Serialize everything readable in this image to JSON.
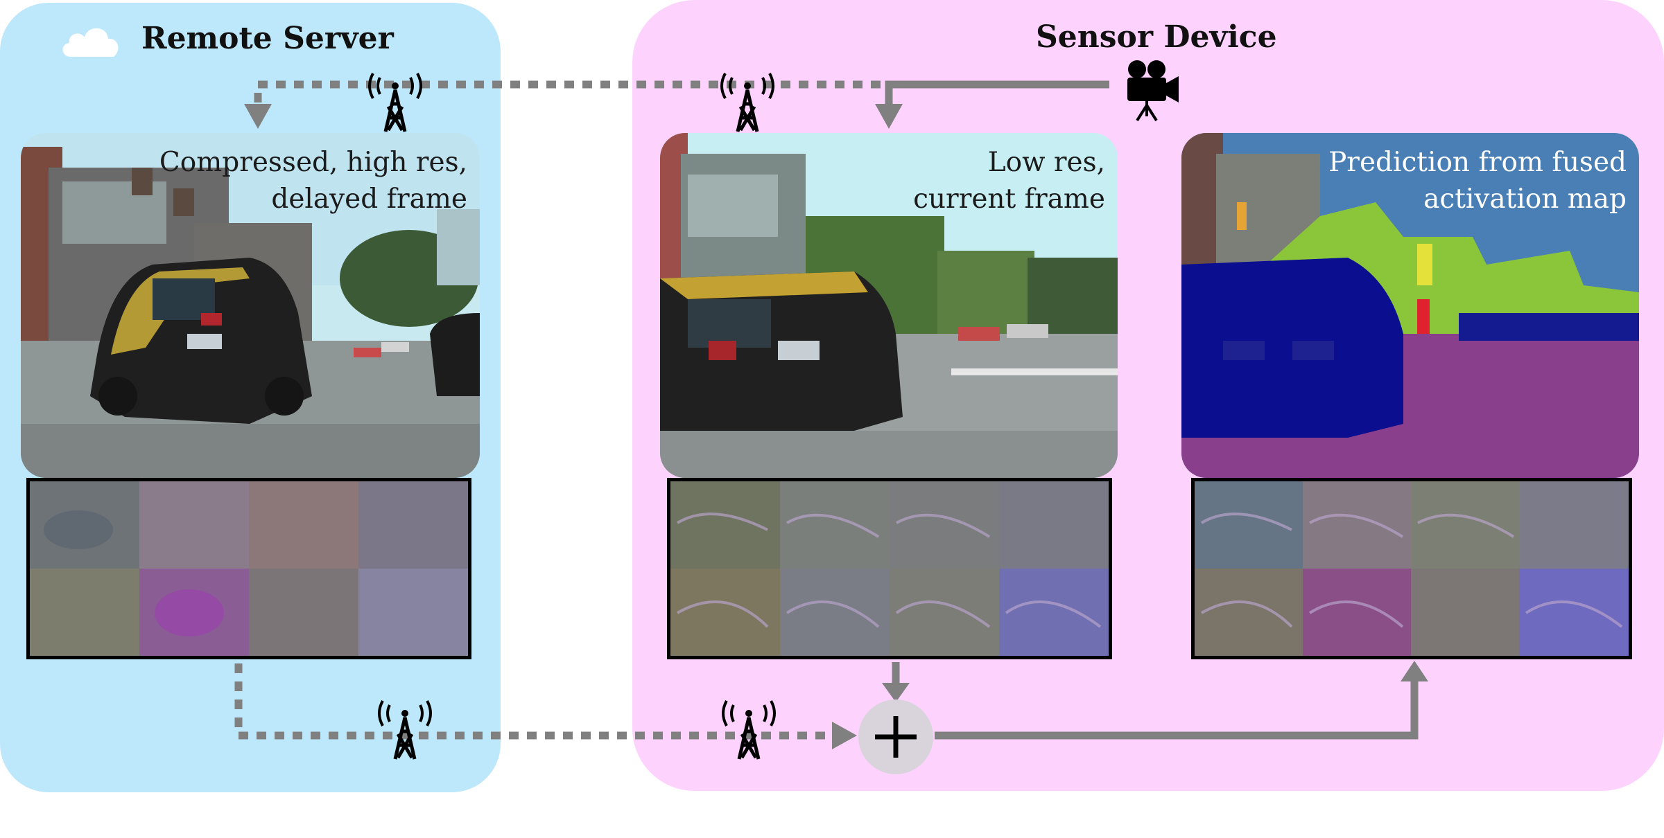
{
  "server": {
    "title": "Remote Server",
    "frame_caption": "Compressed, high res,\ndelayed frame",
    "icon": "cloud-icon"
  },
  "sensor": {
    "title": "Sensor Device",
    "frame_caption": "Low res,\ncurrent frame",
    "prediction_caption": "Prediction from fused\nactivation map",
    "icon": "video-camera-icon"
  },
  "fusion_symbol": "+",
  "colors": {
    "server_panel": "#bde7fa",
    "sensor_panel": "#fdd3fd",
    "arrow": "#808080",
    "fusion_node": "#d9d3dc",
    "segmentation_car": "#0b0f8f",
    "segmentation_road": "#8a3f8c",
    "segmentation_vegetation": "#8bc53a",
    "segmentation_sky": "#4a7fb5"
  },
  "icons": [
    "cloud-icon",
    "antenna-tower-icon",
    "video-camera-icon"
  ]
}
